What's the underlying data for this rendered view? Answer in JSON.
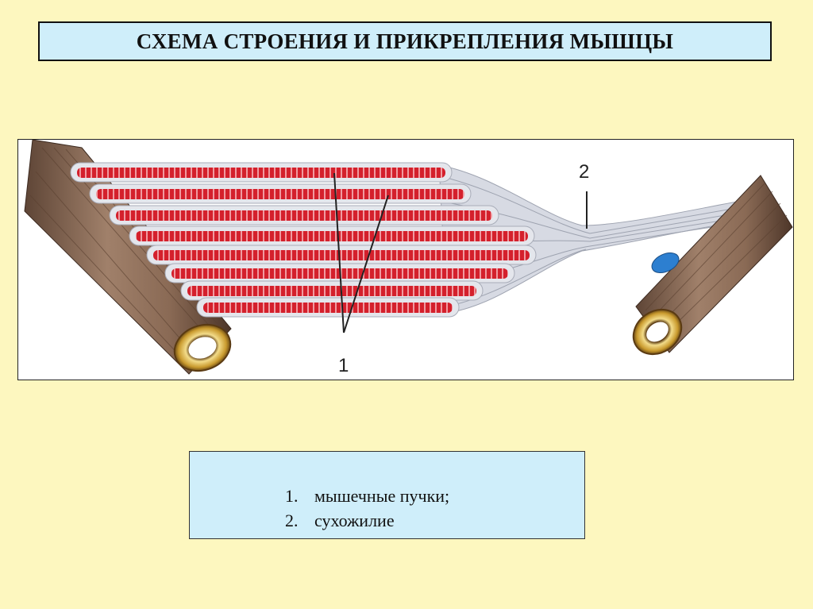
{
  "title": "СХЕМА СТРОЕНИЯ И ПРИКРЕПЛЕНИЯ МЫШЦЫ",
  "figure": {
    "callout_1": "1",
    "callout_2": "2",
    "colors": {
      "fiber": "#d4202c",
      "fiber_stripe": "#f09aa0",
      "fiber_sheath": "#dcdfe6",
      "tendon": "#c9ccd6",
      "bone": "#8a6a55",
      "bone_end": "#c99a2e",
      "blue_node": "#2d7fd0"
    }
  },
  "legend": {
    "items": [
      {
        "num": "1.",
        "text": "мышечные пучки;"
      },
      {
        "num": "2.",
        "text": "сухожилие"
      }
    ]
  }
}
